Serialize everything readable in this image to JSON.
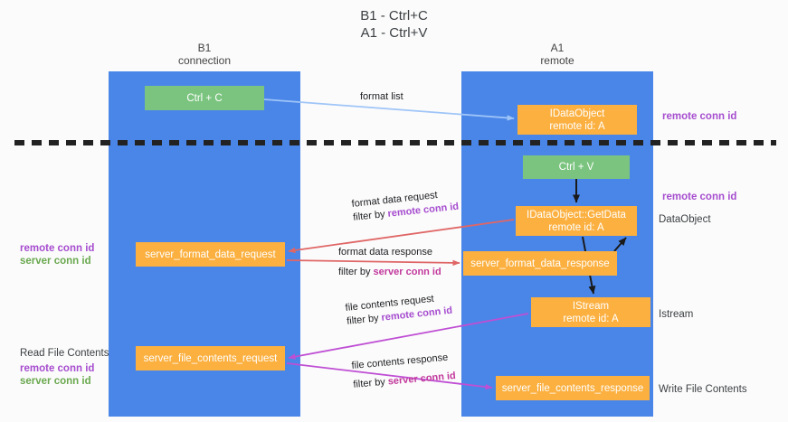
{
  "title": {
    "line1": "B1 - Ctrl+C",
    "line2": "A1 - Ctrl+V"
  },
  "lanes": [
    {
      "name": "B1",
      "role": "connection"
    },
    {
      "name": "A1",
      "role": "remote"
    }
  ],
  "colors": {
    "lane_blue": "#4a86e8",
    "node_green": "#7bc47f",
    "node_orange": "#fbb040",
    "remote_conn_id": "#a64dcf",
    "server_conn_id": "#6aa84f",
    "arrow_blue": "#9fc5f8",
    "arrow_red": "#e06666",
    "arrow_magenta": "#bf4fd4",
    "arrow_dark": "#1a1a1a",
    "divider_dash": "#222222"
  },
  "nodes": {
    "ctrl_c": {
      "label": "Ctrl + C",
      "sub": ""
    },
    "idataobject": {
      "label": "IDataObject",
      "sub": "remote id: A"
    },
    "ctrl_v": {
      "label": "Ctrl + V",
      "sub": ""
    },
    "getdata": {
      "label": "IDataObject::GetData",
      "sub": "remote id: A"
    },
    "server_format_data_request": {
      "label": "server_format_data_request"
    },
    "server_format_data_response": {
      "label": "server_format_data_response"
    },
    "istream": {
      "label": "IStream",
      "sub": "remote id: A"
    },
    "server_file_contents_request": {
      "label": "server_file_contents_request"
    },
    "server_file_contents_response": {
      "label": "server_file_contents_response"
    }
  },
  "side_labels": {
    "remote_conn_id": "remote conn id",
    "server_conn_id": "server conn id",
    "dataobject": "DataObject",
    "istream": "Istream",
    "write_file_contents": "Write File Contents",
    "read_file_contents": "Read File Contents"
  },
  "edges": {
    "format_list": {
      "line1": "format list"
    },
    "format_data_request": {
      "line1": "format data request",
      "line2_prefix": "filter by ",
      "line2_highlight": "remote conn id"
    },
    "format_data_response": {
      "line1": "format data response",
      "line2_prefix": "filter by ",
      "line2_highlight": "server conn id"
    },
    "file_contents_request": {
      "line1": "file contents request",
      "line2_prefix": "filter by ",
      "line2_highlight": "remote conn id"
    },
    "file_contents_response": {
      "line1": "file contents response",
      "line2_prefix": "filter by ",
      "line2_highlight": "server conn id"
    }
  }
}
